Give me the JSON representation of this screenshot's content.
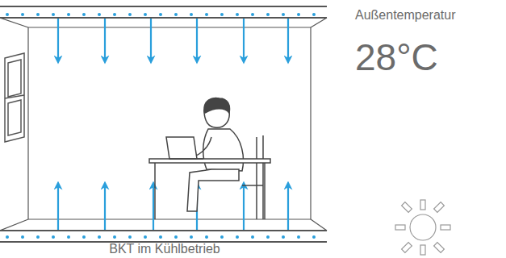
{
  "diagram": {
    "caption": "BKT im Kühlbetrieb",
    "labels": [
      "Außentemperatur",
      "28°C"
    ]
  }
}
